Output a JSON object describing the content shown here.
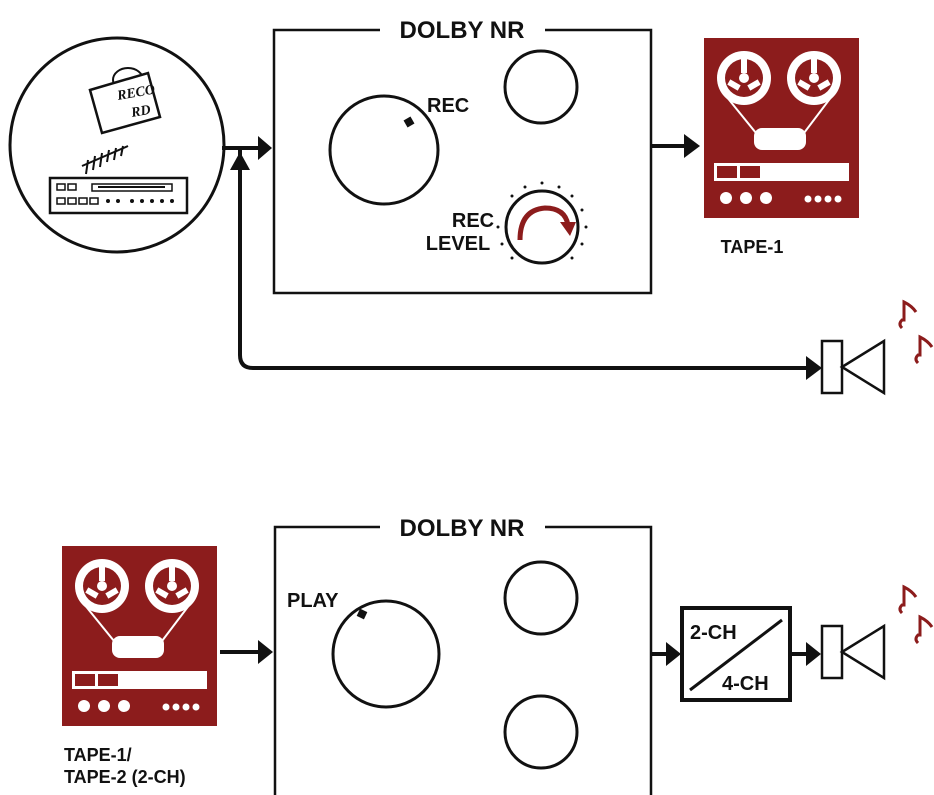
{
  "top": {
    "title": "DOLBY NR",
    "rec_label": "REC",
    "rec_level_line1": "REC",
    "rec_level_line2": "LEVEL",
    "tape_label": "TAPE-1",
    "record_line1": "RECO",
    "record_line2": "RD"
  },
  "bottom": {
    "title": "DOLBY NR",
    "play_label": "PLAY",
    "tape_label_line1": "TAPE-1/",
    "tape_label_line2": "TAPE-2 (2-CH)",
    "switch_top": "2-CH",
    "switch_bottom": "4-CH"
  },
  "colors": {
    "deck": "#8c1c1c",
    "ink": "#111111",
    "arrow_red": "#8c1c1c"
  },
  "icons": [
    "record-icon",
    "antenna-icon",
    "tuner-icon",
    "tape-deck-icon",
    "speaker-icon",
    "music-note-icon",
    "knob-icon"
  ]
}
